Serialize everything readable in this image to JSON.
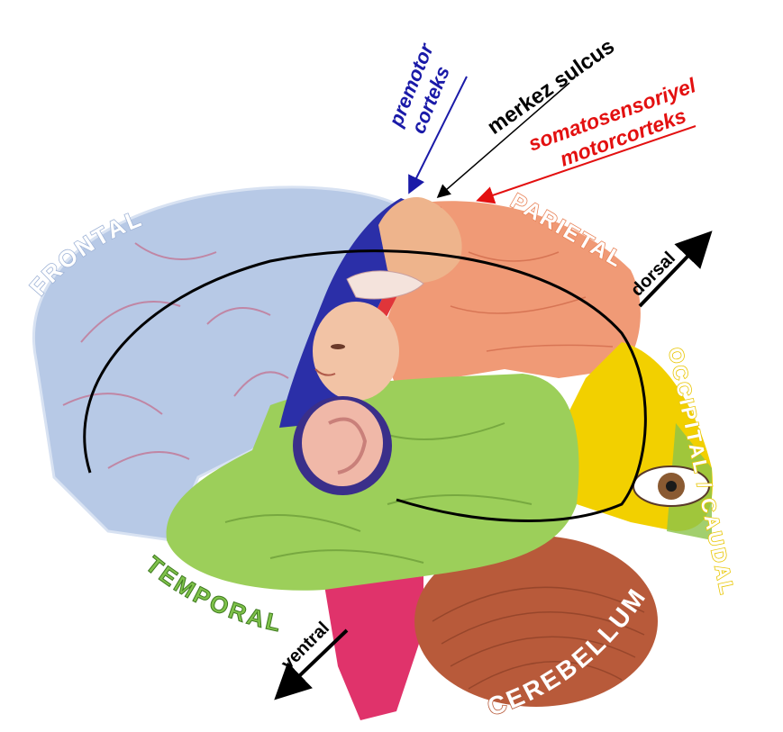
{
  "annotations": {
    "premotor": {
      "line1": "premotor",
      "line2": "corteks",
      "color": "#1a1aa8"
    },
    "central_sulcus": {
      "text": "merkez sulcus",
      "color": "#000000"
    },
    "somatosensory": {
      "line1": "somatosensoriyel",
      "line2": "motorcorteks",
      "color": "#e31010"
    }
  },
  "lobes": {
    "frontal": {
      "text": "FRONTAL",
      "color": "#9fb3d6"
    },
    "parietal": {
      "text": "PARIETAL",
      "color": "#e8845a"
    },
    "occipital": {
      "text": "OCCIPITAL / CAUDAL",
      "color": "#e8c500"
    },
    "temporal": {
      "text": "TEMPORAL",
      "color": "#7fc24a"
    },
    "cerebellum": {
      "text": "CEREBELLUM",
      "color": "#b85a3a"
    }
  },
  "axes": {
    "dorsal": "dorsal",
    "ventral": "ventral"
  }
}
